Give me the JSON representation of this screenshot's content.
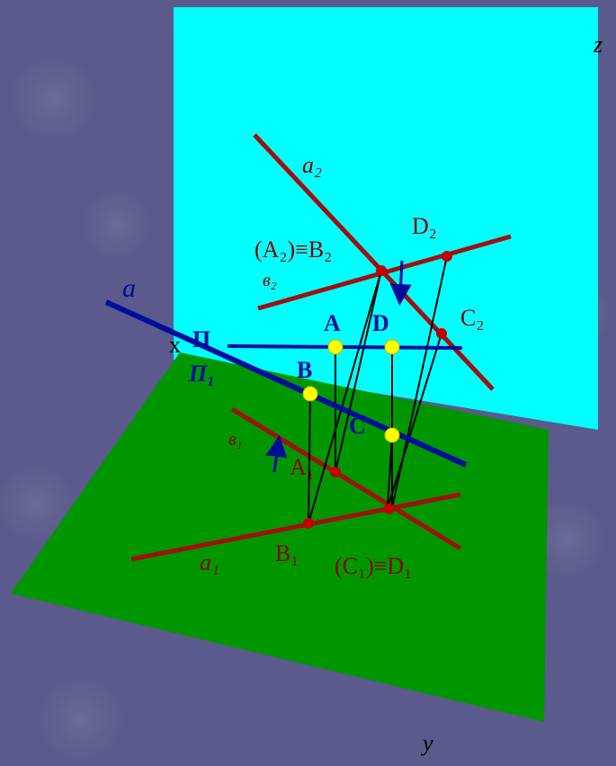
{
  "colors": {
    "background": "#5a5a8c",
    "frontal_plane": "#00ffff",
    "horizontal_plane": "#009600",
    "line_red": "#a01010",
    "line_blue": "#000c9c",
    "point_yellow": "#ffff00",
    "connector": "#000000",
    "label_red": "#8b0000",
    "label_blue": "#000c9c"
  },
  "axes": {
    "z": "z",
    "x": "x",
    "y": "y"
  },
  "labels": {
    "a2": "a₂",
    "b2": "в₂",
    "A2B2": "(A₂)≡B₂",
    "D2": "D₂",
    "C2": "C₂",
    "a": "a",
    "A": "A",
    "D": "D",
    "B": "B",
    "C": "C",
    "Pi2": "П",
    "Pi1": "П₁",
    "b1": "в₁",
    "A1": "A₁",
    "a1": "a₁",
    "B1": "B₁",
    "C1D1": "(C₁)≡D₁"
  }
}
